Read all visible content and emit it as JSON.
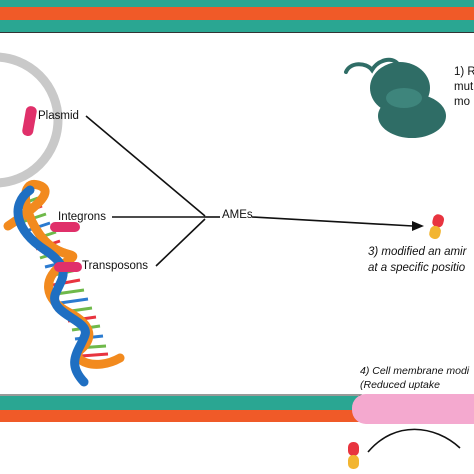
{
  "diagram": {
    "labels": {
      "plasmid": "Plasmid",
      "integrons": "Integrons",
      "transposons": "Transposons",
      "ames": "AMEs",
      "item1_line1": "1) R",
      "item1_line2": "mut",
      "item1_line3": "mo",
      "item3_line1": "3) modified an amir",
      "item3_line2": "at a specific positio",
      "item4_line1": "4) Cell membrane modi",
      "item4_line2": "(Reduced uptake"
    },
    "colors": {
      "teal": "#2aa692",
      "orange": "#f05a28",
      "ribosome": "#2f6d66",
      "plasmid_ring": "#c9c9c9",
      "plasmid_insert": "#e0306a",
      "membrane_pink": "#f4a9cf",
      "drug_red": "#e8343f",
      "drug_yellow": "#f2b531"
    },
    "icons": [
      "plasmid-icon",
      "dna-helix-icon",
      "ribosome-icon",
      "antibiotic-capsule-icon"
    ]
  }
}
